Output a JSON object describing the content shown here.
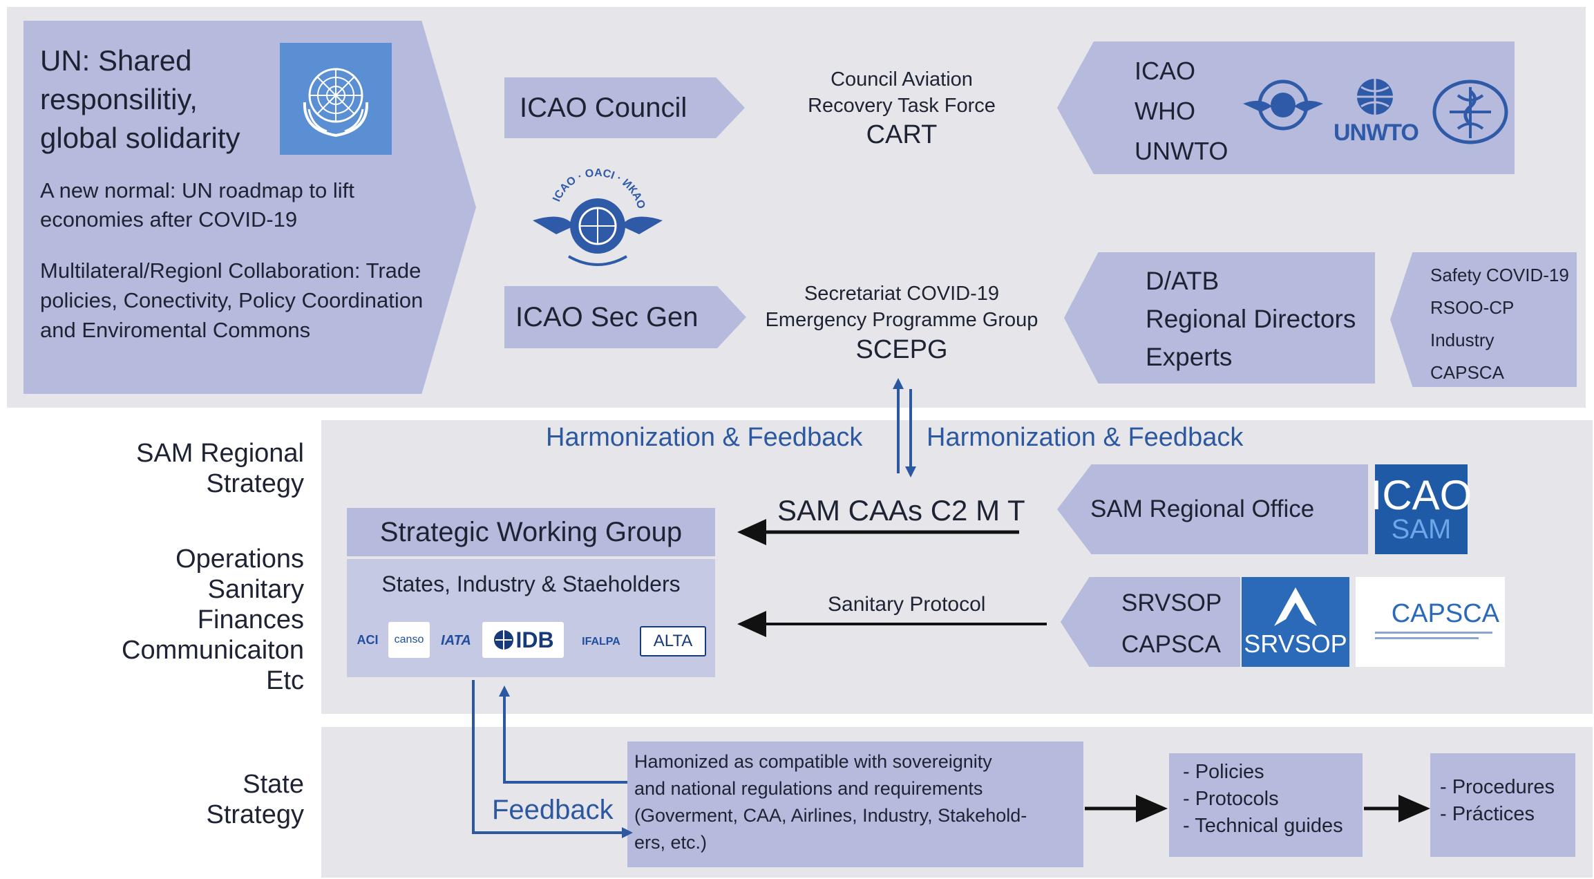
{
  "un": {
    "title": "UN: Shared responsilitiy, global solidarity",
    "roadmap": "A new normal: UN roadmap to lift economies after COVID-19",
    "collab": "Multilateral/Regionl Collaboration: Trade policies, Conectivity, Policy Coordination and Enviromental Commons"
  },
  "council": {
    "label": "ICAO Council",
    "task_force_line1": "Council Aviation",
    "task_force_line2": "Recovery Task Force",
    "task_force_abbr": "CART",
    "partners": [
      "ICAO",
      "WHO",
      "UNWTO"
    ],
    "unwto_logo_text": "UNWTO"
  },
  "icao_emblem_text": "ICAO · OACI · ИКАО",
  "secgen": {
    "label": "ICAO Sec Gen",
    "group_line1": "Secretariat COVID-19",
    "group_line2": "Emergency Programme Group",
    "group_abbr": "SCEPG",
    "directors": [
      "D/ATB",
      "Regional Directors",
      "Experts"
    ],
    "support": [
      "Safety COVID-19",
      "RSOO-CP",
      "Industry",
      "CAPSCA"
    ]
  },
  "harmonization": {
    "left": "Harmonization & Feedback",
    "right": "Harmonization & Feedback"
  },
  "side_labels": {
    "sam_regional": "SAM Regional Strategy",
    "areas": [
      "Operations",
      "Sanitary",
      "Finances",
      "Communicaiton",
      "Etc"
    ],
    "state": "State Strategy"
  },
  "regional": {
    "c2mt": "SAM CAAs C2 M T",
    "office": "SAM Regional Office",
    "icao_sam_logo": [
      "ICAO",
      "SAM"
    ],
    "swg_title": "Strategic Working Group",
    "swg_subtitle": "States, Industry & Staeholders",
    "org_logos": [
      "ACI",
      "canso",
      "IATA",
      "IDB",
      "IFALPA",
      "ALTA"
    ],
    "sanitary_protocol": "Sanitary Protocol",
    "srvsop_capsca": [
      "SRVSOP",
      "CAPSCA"
    ],
    "srvsop_logo": "SRVSOP",
    "capsca_logo": "CAPSCA"
  },
  "state": {
    "feedback": "Feedback",
    "harmonized": [
      "Hamonized as compatible with sovereignity",
      "and national regulations  and requirements",
      "(Goverment, CAA, Airlines, Industry, Stakehold-",
      "ers, etc.)"
    ],
    "outputs": [
      "- Policies",
      "- Protocols",
      "- Technical guides"
    ],
    "practices": [
      "- Procedures",
      "- Práctices"
    ]
  },
  "colors": {
    "band": "#e6e6ea",
    "box": "#b6badc",
    "accent_blue": "#2b58a0",
    "icao_sam_blue": "#1f5aa6",
    "srvsop_blue": "#2a6ab8"
  }
}
